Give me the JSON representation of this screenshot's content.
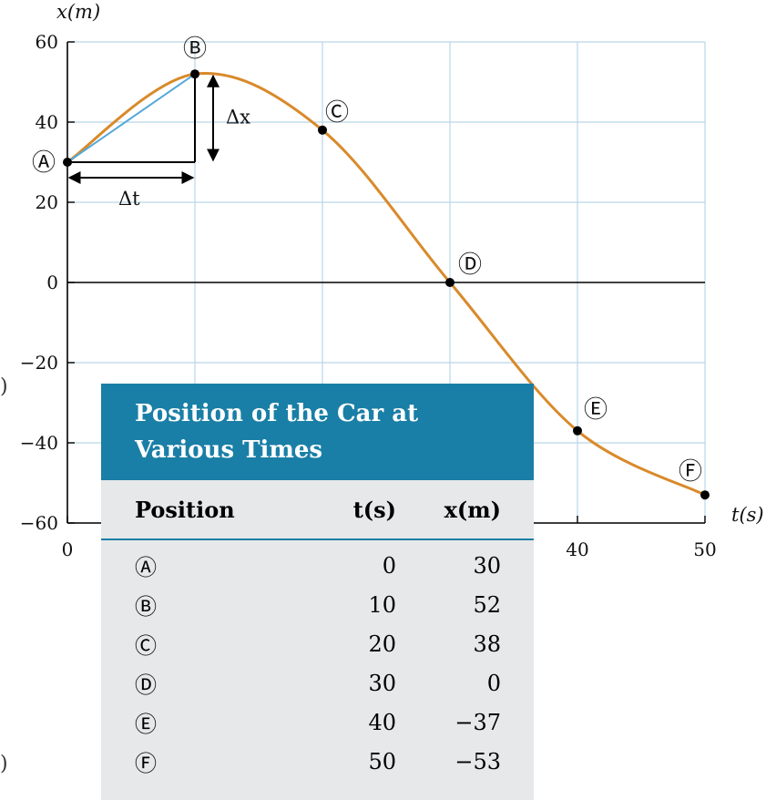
{
  "chart_data": {
    "type": "line",
    "xlabel": "t(s)",
    "ylabel": "x(m)",
    "xlim": [
      0,
      50
    ],
    "ylim": [
      -60,
      60
    ],
    "xticks": [
      0,
      10,
      20,
      30,
      40,
      50
    ],
    "yticks": [
      -60,
      -40,
      -20,
      0,
      20,
      40,
      60
    ],
    "xtick_labels": [
      "0",
      "40",
      "50"
    ],
    "ytick_labels": [
      "60",
      "40",
      "20",
      "0",
      "−20",
      "−40",
      "−60"
    ],
    "grid": true,
    "points": [
      {
        "label": "Ⓐ",
        "t": 0,
        "x": 30
      },
      {
        "label": "Ⓑ",
        "t": 10,
        "x": 52
      },
      {
        "label": "Ⓒ",
        "t": 20,
        "x": 38
      },
      {
        "label": "Ⓓ",
        "t": 30,
        "x": 0
      },
      {
        "label": "Ⓔ",
        "t": 40,
        "x": -37
      },
      {
        "label": "Ⓕ",
        "t": 50,
        "x": -53
      }
    ],
    "annotations": {
      "delta_x": "Δx",
      "delta_t": "Δt"
    },
    "colors": {
      "curve": "#d98a2b",
      "secant": "#55a8d8",
      "grid": "#b9d6e8"
    }
  },
  "table": {
    "title_line1": "Position of the Car at",
    "title_line2": "Various Times",
    "headers": {
      "position": "Position",
      "t": "t(s)",
      "x": "x(m)"
    },
    "rows": [
      {
        "position": "Ⓐ",
        "t": "0",
        "x": "30"
      },
      {
        "position": "Ⓑ",
        "t": "10",
        "x": "52"
      },
      {
        "position": "Ⓒ",
        "t": "20",
        "x": "38"
      },
      {
        "position": "Ⓓ",
        "t": "30",
        "x": "0"
      },
      {
        "position": "Ⓔ",
        "t": "40",
        "x": "−37"
      },
      {
        "position": "Ⓕ",
        "t": "50",
        "x": "−53"
      }
    ],
    "colors": {
      "header_bg": "#1a7fa6",
      "panel_bg": "#e6e8ea"
    }
  },
  "stray_marks": [
    ")",
    ")"
  ]
}
